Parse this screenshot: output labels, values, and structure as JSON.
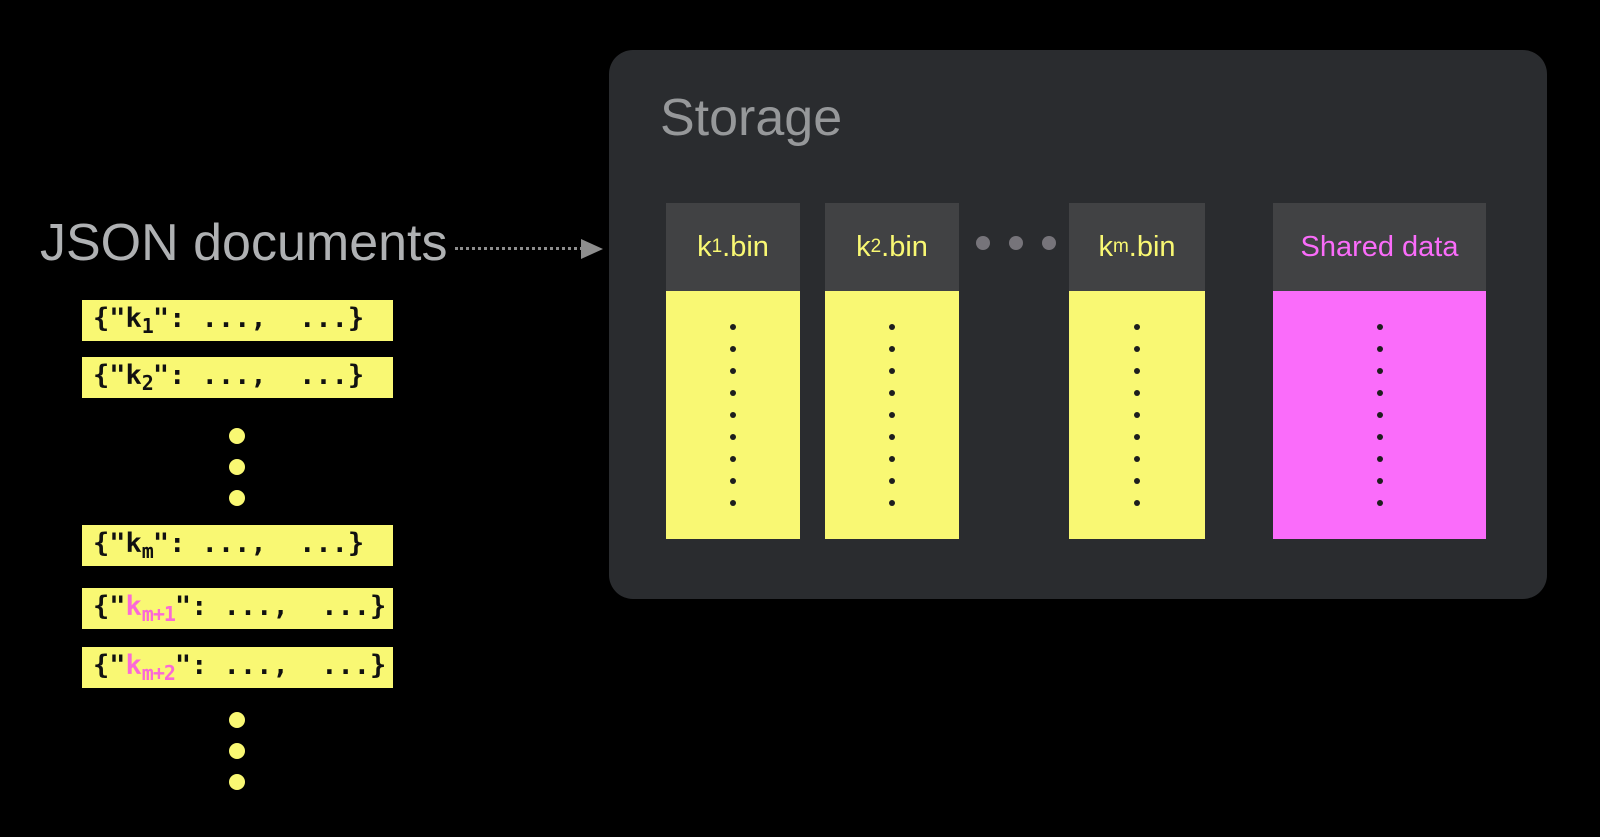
{
  "left": {
    "title": "JSON documents",
    "documents": [
      {
        "pre": "{\"",
        "key": "k",
        "sub": "1",
        "post": "\": ...,  ...}"
      },
      {
        "pre": "{\"",
        "key": "k",
        "sub": "2",
        "post": "\": ...,  ...}"
      },
      {
        "pre": "{\"",
        "key": "k",
        "sub": "m",
        "post": "\": ...,  ...}"
      },
      {
        "pre": "{\"",
        "key": "k",
        "sub": "m+1",
        "post": "\": ...,  ...}"
      },
      {
        "pre": "{\"",
        "key": "k",
        "sub": "m+2",
        "post": "\": ...,  ...}"
      }
    ],
    "ellipsis_dot_count": 3
  },
  "storage": {
    "title": "Storage",
    "columns": [
      {
        "key": "k",
        "sub": "1",
        "ext": ".bin",
        "dot_count": 9
      },
      {
        "key": "k",
        "sub": "2",
        "ext": ".bin",
        "dot_count": 9
      },
      {
        "key": "k",
        "sub": "m",
        "ext": ".bin",
        "dot_count": 9
      },
      {
        "label": "Shared data",
        "dot_count": 9
      }
    ],
    "between_columns_dot_count": 3
  },
  "colors": {
    "yellow": "#F9F873",
    "magenta": "#FA6CFA",
    "key_pink": "#FB69D6",
    "panel_bg": "#2A2C2F",
    "header_bg": "#414244",
    "title_gray": "#AFB1B3",
    "storage_title_gray": "#96989A",
    "arrow_gray": "#8E8E8E",
    "ellipsis_gray": "#76747A",
    "dot_black": "#1E1E1E"
  }
}
